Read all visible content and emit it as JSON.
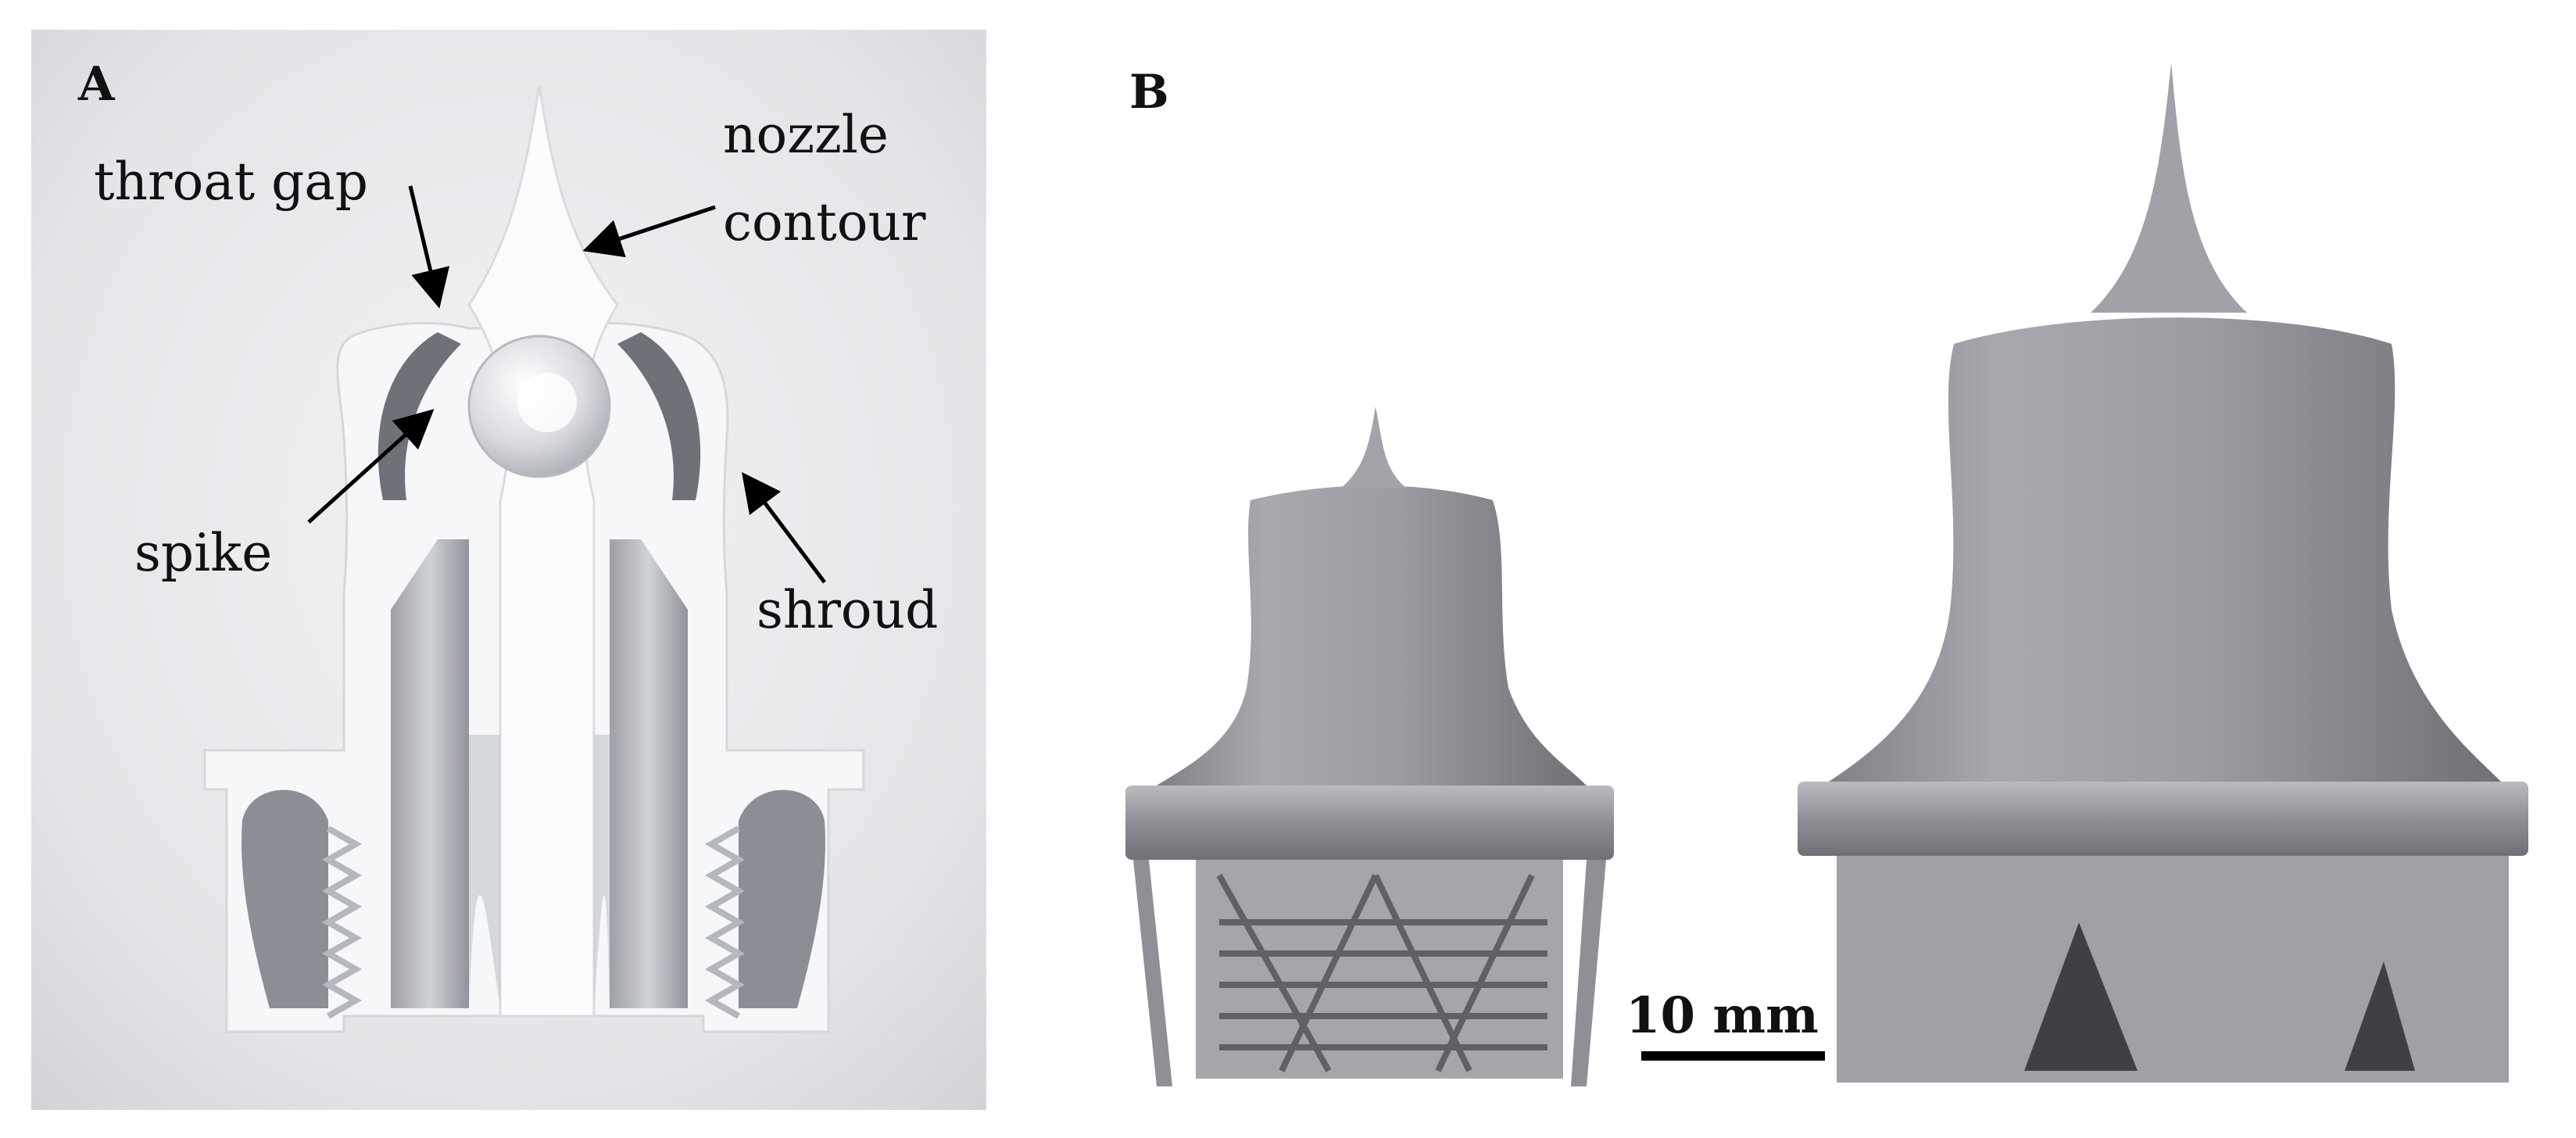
{
  "panels": {
    "a": {
      "letter": "A",
      "callouts": {
        "throat_gap": "throat gap",
        "nozzle_contour_line1": "nozzle",
        "nozzle_contour_line2": "contour",
        "spike": "spike",
        "shroud": "shroud"
      }
    },
    "b": {
      "letter": "B",
      "scale_bar": "10 mm"
    }
  },
  "colors": {
    "part_white": "#f7f7f8",
    "part_grey": "#9a9ca1",
    "arrow": "#000000",
    "background_a": "#e6e7ea"
  }
}
